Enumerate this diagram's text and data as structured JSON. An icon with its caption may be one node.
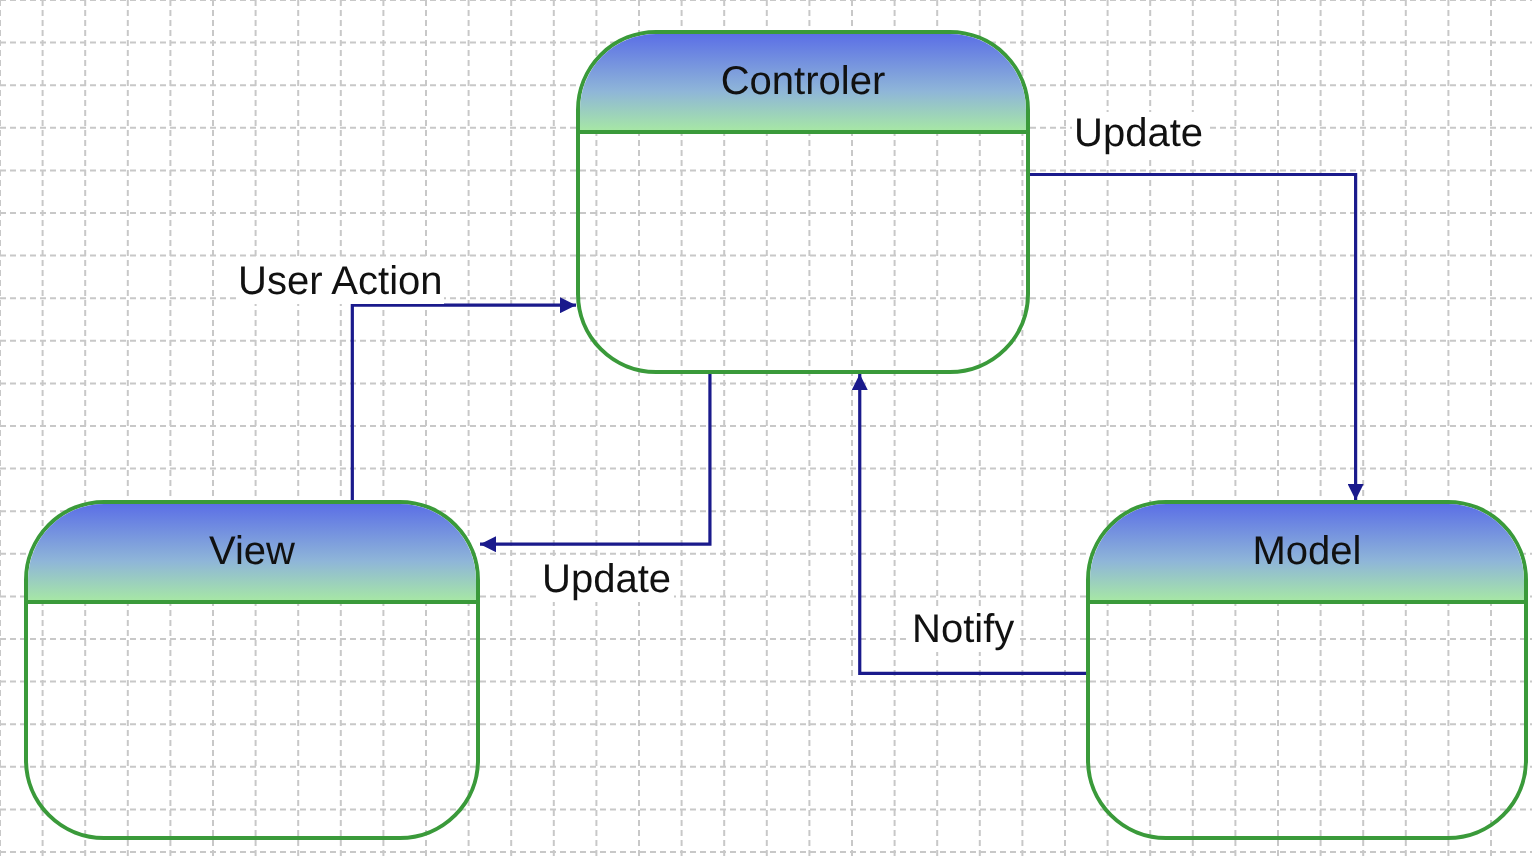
{
  "diagram": {
    "nodes": [
      {
        "text": [
          "Controler"
        ]
      },
      {
        "text": [
          "View"
        ]
      },
      {
        "text": [
          "Model"
        ]
      }
    ],
    "edges": [
      {
        "from": 1,
        "to": 0,
        "arrow": "to",
        "label": "User Action"
      },
      {
        "from": 0,
        "to": 2,
        "arrow": "to",
        "label": "Update"
      },
      {
        "from": 0,
        "to": 1,
        "arrow": "to",
        "label": "Update"
      },
      {
        "from": 2,
        "to": 0,
        "arrow": "to",
        "label": "Notify"
      }
    ]
  }
}
